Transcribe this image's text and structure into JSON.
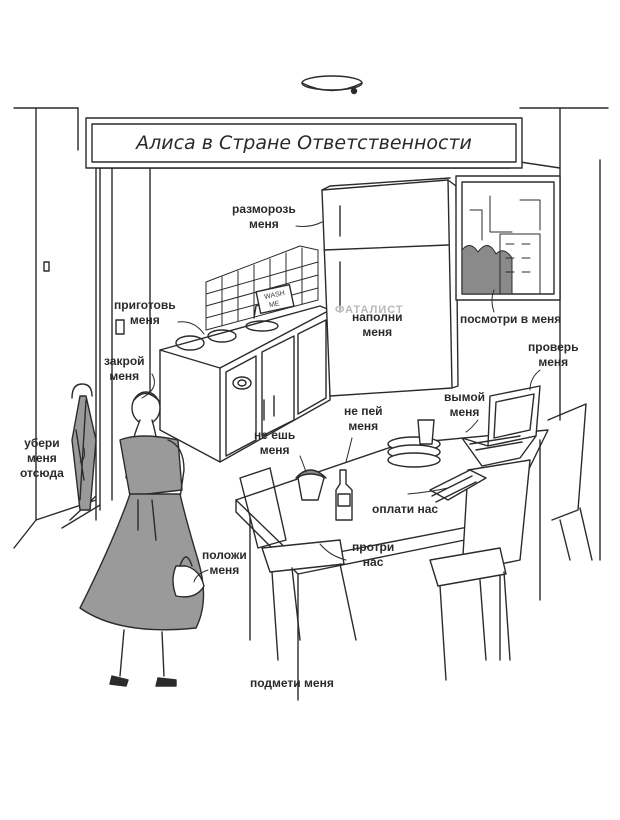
{
  "title": "Алиса в Стране Ответственности",
  "watermark": "ФАТАЛИСТ",
  "sink_text": [
    "WASH",
    "ME"
  ],
  "labels": {
    "defrost": [
      "разморозь",
      "меня"
    ],
    "cook": [
      "приготовь",
      "меня"
    ],
    "close": [
      "закрой",
      "меня"
    ],
    "remove": [
      "убери",
      "меня",
      "отсюда"
    ],
    "fill": [
      "наполни",
      "меня"
    ],
    "look": [
      "посмотри в меня"
    ],
    "check": [
      "проверь",
      "меня"
    ],
    "wash": [
      "вымой",
      "меня"
    ],
    "dont_drink": [
      "не пей",
      "меня"
    ],
    "dont_eat": [
      "не ешь",
      "меня"
    ],
    "pay": [
      "оплати нас"
    ],
    "wipe": [
      "протри",
      "нас"
    ],
    "put": [
      "положи",
      "меня"
    ],
    "sweep": [
      "подмети меня"
    ]
  }
}
